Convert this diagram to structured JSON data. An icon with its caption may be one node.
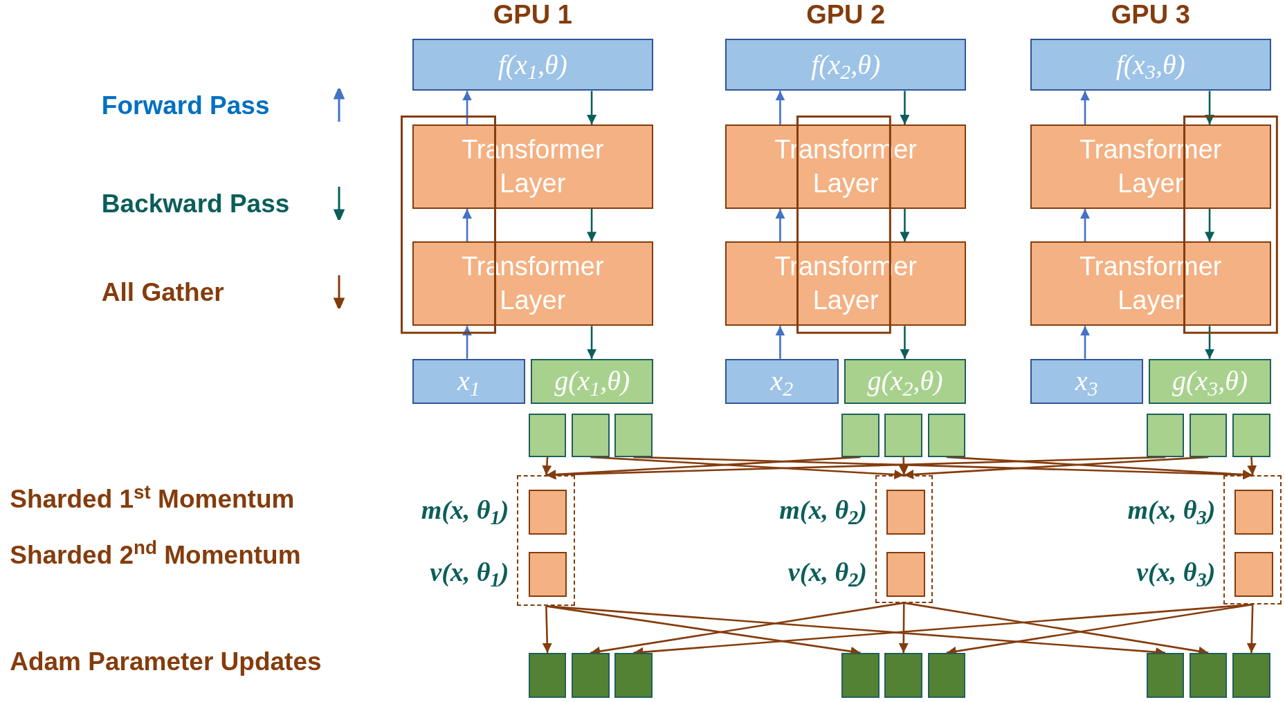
{
  "diagram": {
    "nodes": [
      {
        "text": [
          "f(x$_{1}$,θ)"
        ]
      },
      {
        "text": [
          "Transformer Layer"
        ]
      },
      {
        "text": [
          "Transformer Layer"
        ]
      },
      {
        "text": [
          "x$_{1}$"
        ]
      },
      {
        "text": [
          "g(x$_{1}$,θ)"
        ]
      },
      {
        "text": [],
        "shape": "box"
      },
      {
        "text": [],
        "shape": "box"
      },
      {
        "text": [],
        "shape": "box"
      },
      {
        "text": [
          "f(x$_{2}$,θ)"
        ]
      },
      {
        "text": [
          "Transformer Layer"
        ]
      },
      {
        "text": [
          "Transformer Layer"
        ]
      },
      {
        "text": [
          "x$_{2}$"
        ]
      },
      {
        "text": [
          "g(x$_{2}$,θ)"
        ]
      },
      {
        "text": [],
        "shape": "box"
      },
      {
        "text": [],
        "shape": "box"
      },
      {
        "text": [],
        "shape": "box"
      },
      {
        "text": [
          "f(x$_{3}$,θ)"
        ]
      },
      {
        "text": [
          "Transformer Layer"
        ]
      },
      {
        "text": [
          "Transformer Layer"
        ]
      },
      {
        "text": [
          "x$_{3}$"
        ]
      },
      {
        "text": [
          "g(x$_{3}$,θ)"
        ]
      },
      {
        "text": [],
        "shape": "box"
      },
      {
        "text": [],
        "shape": "box"
      },
      {
        "text": [],
        "shape": "box"
      },
      {
        "text": [],
        "shape": "box"
      },
      {
        "text": [],
        "shape": "box",
        "in": 24,
        "beside": [
          "m(x, θ$_{1}$)"
        ]
      },
      {
        "text": [],
        "shape": "box",
        "in": 24,
        "beside": [
          "v(x, θ$_{1}$)"
        ]
      },
      {
        "text": [],
        "shape": "box"
      },
      {
        "text": [],
        "shape": "box",
        "in": 27,
        "beside": [
          "m(x, θ$_{2}$)"
        ]
      },
      {
        "text": [],
        "shape": "box",
        "in": 27,
        "beside": [
          "v(x, θ$_{2}$)"
        ]
      },
      {
        "text": [],
        "shape": "box"
      },
      {
        "text": [],
        "shape": "box",
        "in": 30,
        "beside": [
          "m(x, θ$_{3}$)"
        ]
      },
      {
        "text": [],
        "shape": "box",
        "in": 30,
        "beside": [
          "v(x, θ$_{3}$)"
        ]
      },
      {
        "text": [],
        "shape": "box"
      },
      {
        "text": [],
        "shape": "box"
      },
      {
        "text": [],
        "shape": "box"
      },
      {
        "text": [],
        "shape": "box"
      },
      {
        "text": [],
        "shape": "box"
      },
      {
        "text": [],
        "shape": "box"
      },
      {
        "text": [],
        "shape": "box"
      },
      {
        "text": [],
        "shape": "box"
      },
      {
        "text": [],
        "shape": "box"
      }
    ],
    "edges": [
      {
        "from": 3,
        "to": 2,
        "arrow": "to",
        "color": "#4472c4"
      },
      {
        "from": 2,
        "to": 1,
        "arrow": "to",
        "color": "#4472c4"
      },
      {
        "from": 1,
        "to": 0,
        "arrow": "to",
        "color": "#4472c4"
      },
      {
        "from": 0,
        "to": 1,
        "arrow": "to",
        "color": "#0b5e5a"
      },
      {
        "from": 1,
        "to": 2,
        "arrow": "to",
        "color": "#0b5e5a"
      },
      {
        "from": 2,
        "to": 4,
        "arrow": "to",
        "color": "#0b5e5a"
      },
      {
        "from": 11,
        "to": 10,
        "arrow": "to",
        "color": "#4472c4"
      },
      {
        "from": 10,
        "to": 9,
        "arrow": "to",
        "color": "#4472c4"
      },
      {
        "from": 9,
        "to": 8,
        "arrow": "to",
        "color": "#4472c4"
      },
      {
        "from": 8,
        "to": 9,
        "arrow": "to",
        "color": "#0b5e5a"
      },
      {
        "from": 9,
        "to": 10,
        "arrow": "to",
        "color": "#0b5e5a"
      },
      {
        "from": 10,
        "to": 12,
        "arrow": "to",
        "color": "#0b5e5a"
      },
      {
        "from": 19,
        "to": 18,
        "arrow": "to",
        "color": "#4472c4"
      },
      {
        "from": 18,
        "to": 17,
        "arrow": "to",
        "color": "#4472c4"
      },
      {
        "from": 17,
        "to": 16,
        "arrow": "to",
        "color": "#4472c4"
      },
      {
        "from": 16,
        "to": 17,
        "arrow": "to",
        "color": "#0b5e5a"
      },
      {
        "from": 17,
        "to": 18,
        "arrow": "to",
        "color": "#0b5e5a"
      },
      {
        "from": 18,
        "to": 20,
        "arrow": "to",
        "color": "#0b5e5a"
      },
      {
        "from": 5,
        "to": 24,
        "arrow": "to"
      },
      {
        "from": 6,
        "to": 27,
        "arrow": "to"
      },
      {
        "from": 7,
        "to": 30,
        "arrow": "to"
      },
      {
        "from": 13,
        "to": 24,
        "arrow": "to"
      },
      {
        "from": 14,
        "to": 27,
        "arrow": "to"
      },
      {
        "from": 15,
        "to": 30,
        "arrow": "to"
      },
      {
        "from": 21,
        "to": 24,
        "arrow": "to"
      },
      {
        "from": 22,
        "to": 27,
        "arrow": "to"
      },
      {
        "from": 23,
        "to": 30,
        "arrow": "to"
      },
      {
        "from": 24,
        "to": 33,
        "arrow": "to"
      },
      {
        "from": 27,
        "to": 34,
        "arrow": "to"
      },
      {
        "from": 30,
        "to": 35,
        "arrow": "to"
      },
      {
        "from": 24,
        "to": 36,
        "arrow": "to"
      },
      {
        "from": 27,
        "to": 37,
        "arrow": "to"
      },
      {
        "from": 30,
        "to": 38,
        "arrow": "to"
      },
      {
        "from": 24,
        "to": 39,
        "arrow": "to"
      },
      {
        "from": 27,
        "to": 40,
        "arrow": "to"
      },
      {
        "from": 30,
        "to": 41,
        "arrow": "to"
      }
    ],
    "labels": [
      "GPU 1",
      "GPU 2",
      "GPU 3",
      "Sharded 1$^{st}$ Momentum",
      "Sharded 2$^{nd}$ Momentum",
      "Adam Parameter Updates"
    ],
    "legend": [
      {
        "text": "Forward Pass"
      },
      {
        "text": "Backward Pass"
      },
      {
        "text": "All Gather"
      }
    ]
  }
}
